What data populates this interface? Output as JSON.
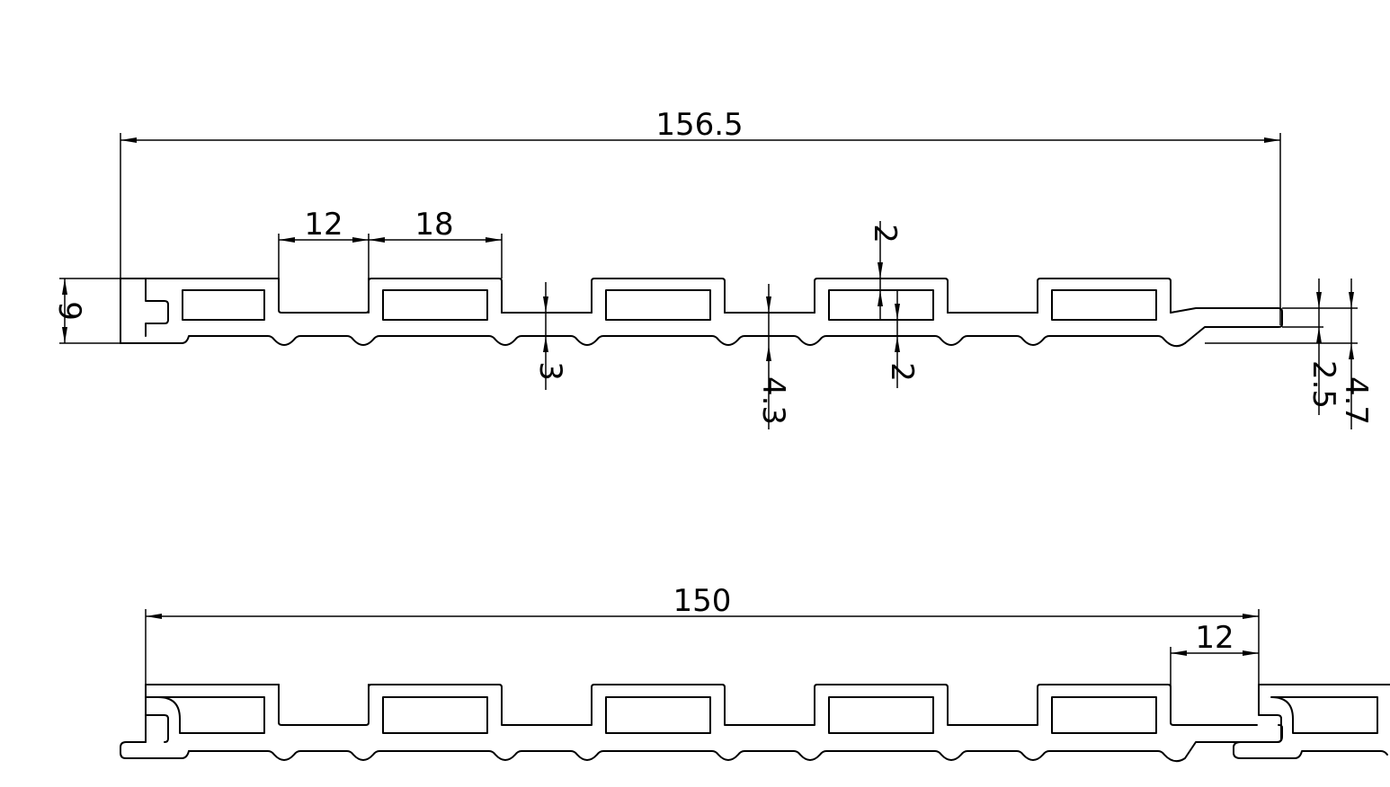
{
  "drawing": {
    "top_view": {
      "overall_width": "156.5",
      "gap_width": "12",
      "rib_width": "18",
      "height": "9",
      "base_thickness": "3",
      "groove_depth": "4.3",
      "top_wall": "2",
      "bottom_wall": "2",
      "lip_thickness": "2.5",
      "lip_height": "4.7"
    },
    "bottom_view": {
      "effective_width": "150",
      "overlap_width": "12"
    }
  },
  "colors": {
    "line": "#000000",
    "background": "#ffffff"
  }
}
